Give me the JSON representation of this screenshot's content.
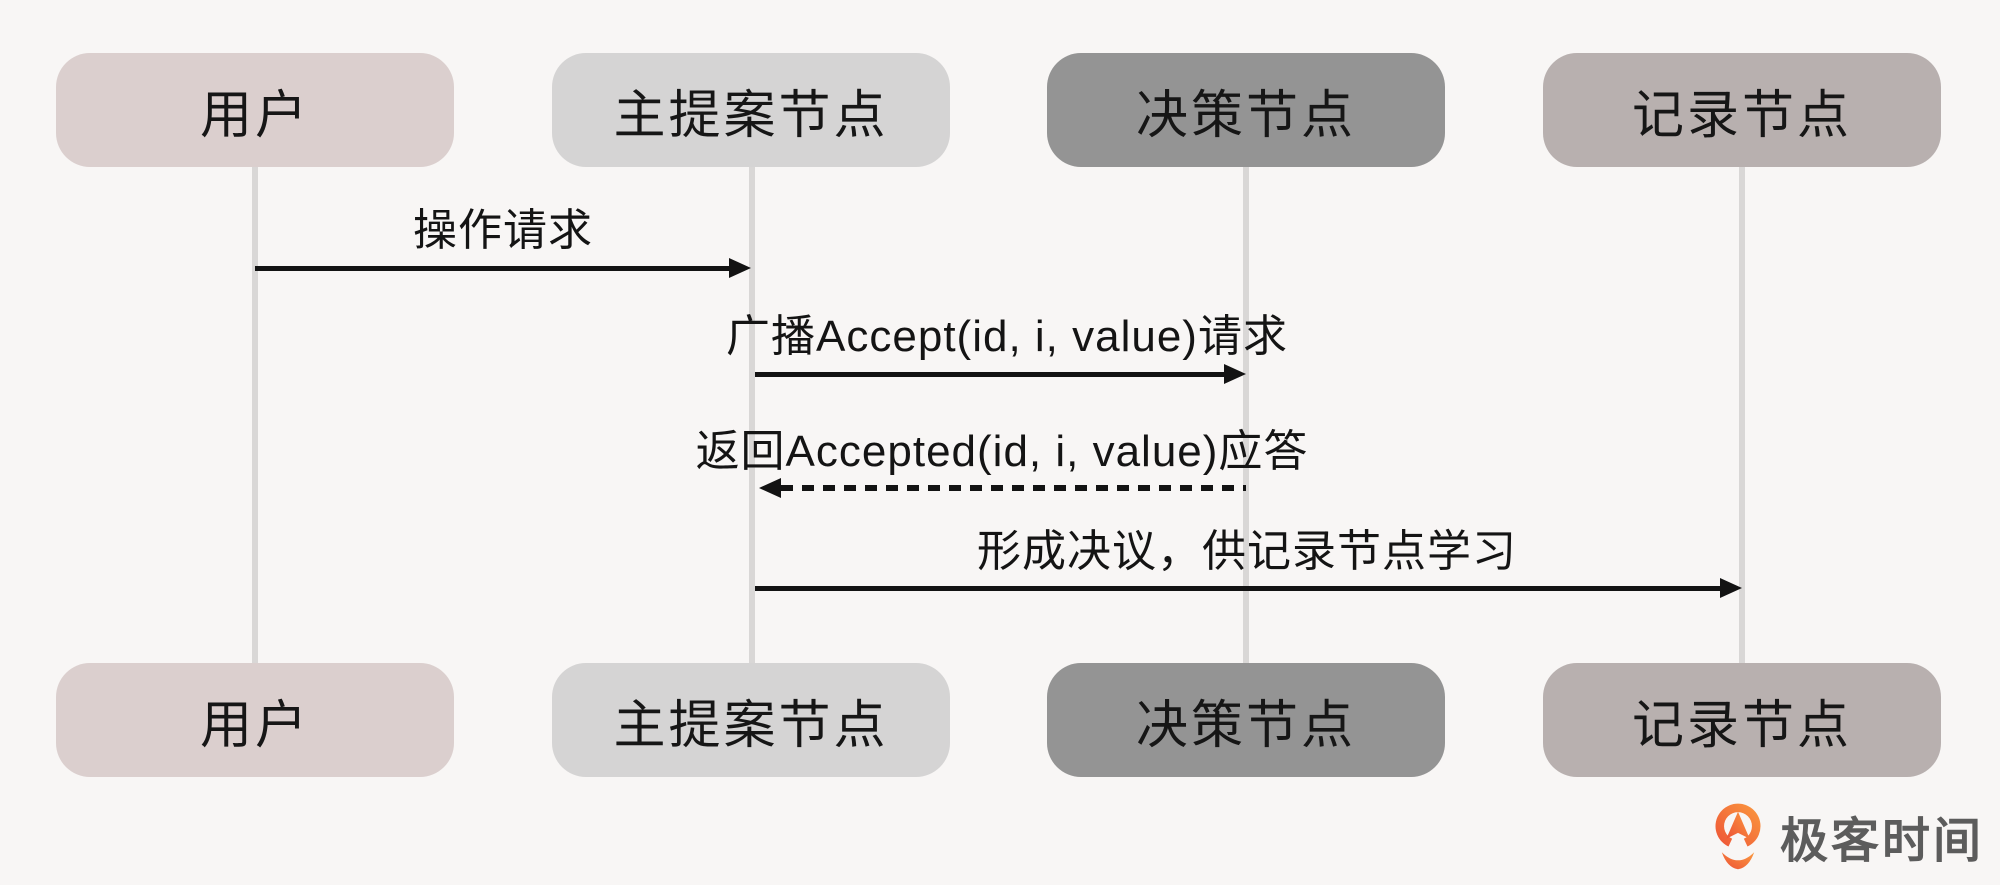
{
  "diagram": {
    "type": "sequence",
    "background_color": "#f8f6f5",
    "lifeline_color": "#d9d7d6",
    "arrow_color": "#131313",
    "actors": [
      {
        "id": "user",
        "label": "用户",
        "color": "#dbcfce"
      },
      {
        "id": "proposer",
        "label": "主提案节点",
        "color": "#d5d4d4"
      },
      {
        "id": "decider",
        "label": "决策节点",
        "color": "#949494"
      },
      {
        "id": "recorder",
        "label": "记录节点",
        "color": "#b8b0af"
      }
    ],
    "messages": [
      {
        "label": "操作请求",
        "from": "用户",
        "to": "主提案节点",
        "line": "solid",
        "direction": "right"
      },
      {
        "label": "广播Accept(id, i, value)请求",
        "from": "主提案节点",
        "to": "决策节点",
        "line": "solid",
        "direction": "right"
      },
      {
        "label": "返回Accepted(id, i, value)应答",
        "from": "决策节点",
        "to": "主提案节点",
        "line": "dashed",
        "direction": "left"
      },
      {
        "label": "形成决议，供记录节点学习",
        "from": "主提案节点",
        "to": "记录节点",
        "line": "solid",
        "direction": "right"
      }
    ]
  },
  "branding": {
    "logo_text": "极客时间",
    "logo_orange_dark": "#ed5136",
    "logo_orange_light": "#fb9a3f",
    "logo_text_color": "#5c5c5c"
  }
}
